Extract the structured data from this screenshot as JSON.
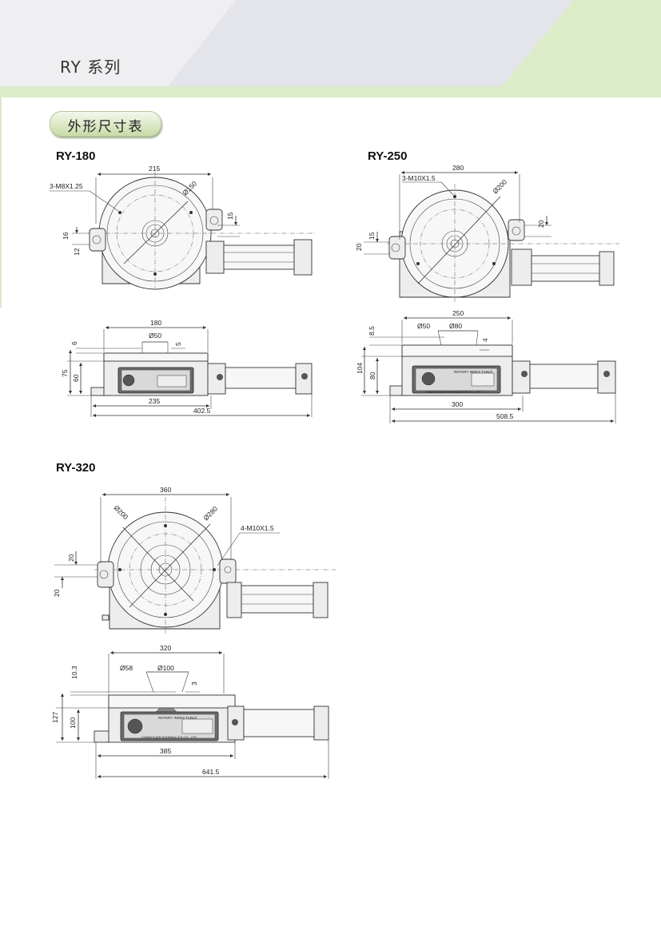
{
  "header": {
    "series_title": "RY 系列"
  },
  "section": {
    "title": "外形尺寸表"
  },
  "models": {
    "ry180": {
      "name": "RY-180",
      "top": {
        "width": "215",
        "thread": "3-M8X1.25",
        "dia": "Ø150",
        "h1": "15",
        "h2": "16",
        "h3": "12"
      },
      "side": {
        "top_width": "180",
        "bore": "Ø50",
        "d5": "5",
        "d6": "6",
        "h75": "75",
        "h60": "60",
        "base": "235",
        "overall": "402.5"
      }
    },
    "ry250": {
      "name": "RY-250",
      "top": {
        "width": "280",
        "thread": "3-M10X1.5",
        "dia": "Ø200",
        "h20r": "20",
        "h15": "15",
        "h20l": "20"
      },
      "side": {
        "top_width": "250",
        "bore1": "Ø50",
        "bore2": "Ø80",
        "d85": "8.5",
        "d4": "4",
        "h104": "104",
        "h80": "80",
        "base": "300",
        "overall": "508.5"
      }
    },
    "ry320": {
      "name": "RY-320",
      "top": {
        "width": "360",
        "dia1": "Ø200",
        "dia2": "Ø280",
        "thread": "4-M10X1.5",
        "h20a": "20",
        "h20b": "20"
      },
      "side": {
        "top_width": "320",
        "bore1": "Ø58",
        "bore2": "Ø100",
        "d3": "3",
        "d103": "10.3",
        "h127": "127",
        "h100": "100",
        "base": "385",
        "overall": "641.5"
      }
    }
  },
  "nameplate": {
    "title": "ROTARY INDEX TABLE",
    "company": "CHANTO AIR HYDRAULICS CO., LTD"
  },
  "colors": {
    "header_gray": "#e3e5ea",
    "header_green": "#dcebc8",
    "pill_green": "#c9dba8"
  }
}
